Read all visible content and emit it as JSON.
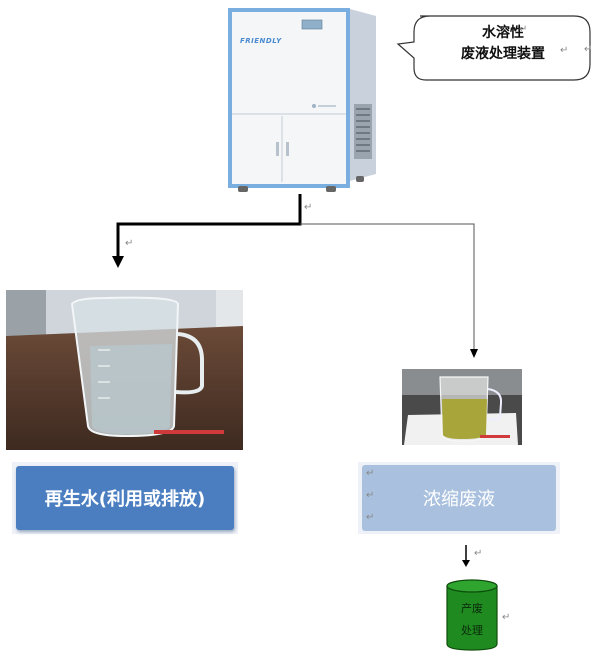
{
  "device": {
    "brand": "FRIENDLY",
    "label_line1": "水溶性",
    "label_line2": "废液处理装置"
  },
  "outputs": {
    "recycled_water": "再生水(利用或排放)",
    "concentrate": "浓缩废液"
  },
  "disposal": {
    "line1": "产废",
    "line2": "处理"
  },
  "colors": {
    "water_box": "#4a7ec1",
    "concentrate_box": "#a9c1de",
    "barrel": "#1f8a1f",
    "connector": "#000000"
  },
  "icons": {
    "paragraph_mark": "↵"
  }
}
